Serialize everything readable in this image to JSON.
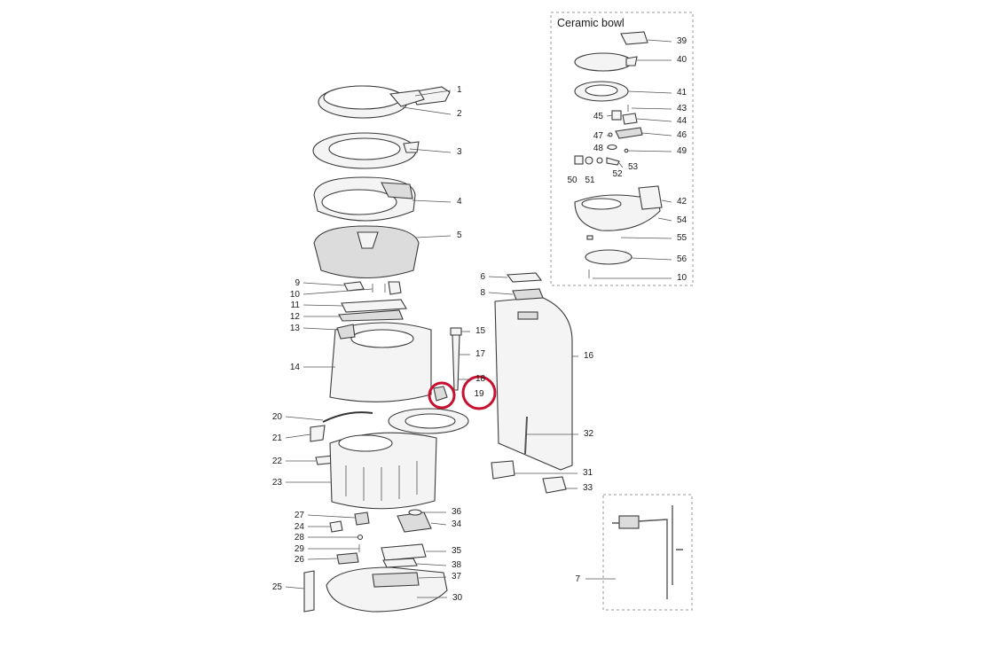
{
  "inset_title": "Ceramic bowl",
  "callouts": [
    {
      "id": "1",
      "label": "1"
    },
    {
      "id": "2",
      "label": "2"
    },
    {
      "id": "3",
      "label": "3"
    },
    {
      "id": "4",
      "label": "4"
    },
    {
      "id": "5",
      "label": "5"
    },
    {
      "id": "6",
      "label": "6"
    },
    {
      "id": "7",
      "label": "7"
    },
    {
      "id": "8",
      "label": "8"
    },
    {
      "id": "9",
      "label": "9"
    },
    {
      "id": "10a",
      "label": "10"
    },
    {
      "id": "10b",
      "label": "10"
    },
    {
      "id": "11",
      "label": "11"
    },
    {
      "id": "12",
      "label": "12"
    },
    {
      "id": "13",
      "label": "13"
    },
    {
      "id": "14",
      "label": "14"
    },
    {
      "id": "15",
      "label": "15"
    },
    {
      "id": "16",
      "label": "16"
    },
    {
      "id": "17",
      "label": "17"
    },
    {
      "id": "18",
      "label": "18"
    },
    {
      "id": "19",
      "label": "19"
    },
    {
      "id": "20",
      "label": "20"
    },
    {
      "id": "21",
      "label": "21"
    },
    {
      "id": "22",
      "label": "22"
    },
    {
      "id": "23",
      "label": "23"
    },
    {
      "id": "24",
      "label": "24"
    },
    {
      "id": "25",
      "label": "25"
    },
    {
      "id": "26",
      "label": "26"
    },
    {
      "id": "27",
      "label": "27"
    },
    {
      "id": "28",
      "label": "28"
    },
    {
      "id": "29",
      "label": "29"
    },
    {
      "id": "30",
      "label": "30"
    },
    {
      "id": "31",
      "label": "31"
    },
    {
      "id": "32",
      "label": "32"
    },
    {
      "id": "33",
      "label": "33"
    },
    {
      "id": "34",
      "label": "34"
    },
    {
      "id": "35",
      "label": "35"
    },
    {
      "id": "36",
      "label": "36"
    },
    {
      "id": "37",
      "label": "37"
    },
    {
      "id": "38",
      "label": "38"
    },
    {
      "id": "39",
      "label": "39"
    },
    {
      "id": "40",
      "label": "40"
    },
    {
      "id": "41",
      "label": "41"
    },
    {
      "id": "42",
      "label": "42"
    },
    {
      "id": "43",
      "label": "43"
    },
    {
      "id": "44",
      "label": "44"
    },
    {
      "id": "45",
      "label": "45"
    },
    {
      "id": "46",
      "label": "46"
    },
    {
      "id": "47",
      "label": "47"
    },
    {
      "id": "48",
      "label": "48"
    },
    {
      "id": "49",
      "label": "49"
    },
    {
      "id": "50",
      "label": "50"
    },
    {
      "id": "51",
      "label": "51"
    },
    {
      "id": "52",
      "label": "52"
    },
    {
      "id": "53",
      "label": "53"
    },
    {
      "id": "54",
      "label": "54"
    },
    {
      "id": "55",
      "label": "55"
    },
    {
      "id": "56",
      "label": "56"
    }
  ],
  "highlighted": [
    "19"
  ],
  "colors": {
    "highlight": "#c8102e",
    "line": "#3a3a3a",
    "inset_border": "#9a9a9a"
  }
}
